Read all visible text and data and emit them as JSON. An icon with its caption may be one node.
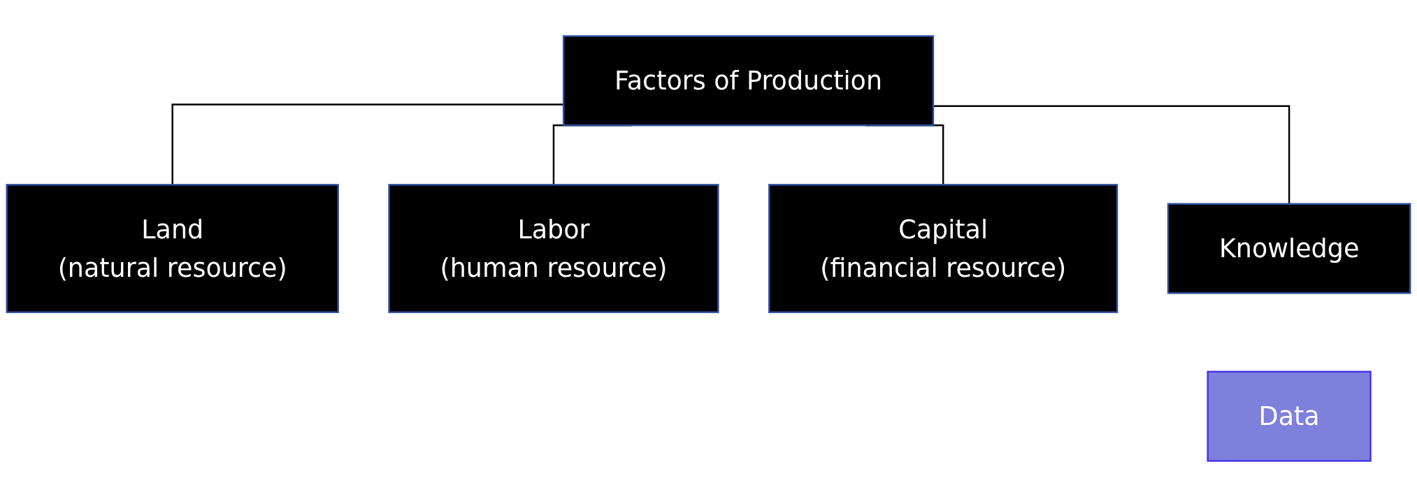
{
  "diagram": {
    "nodes": [
      {
        "text": [
          "Factors of Production"
        ]
      },
      {
        "text": [
          "Land",
          "(natural resource)"
        ]
      },
      {
        "text": [
          "Labor",
          "(human resource)"
        ]
      },
      {
        "text": [
          "Capital",
          "(financial resource)"
        ]
      },
      {
        "text": [
          "Knowledge"
        ]
      },
      {
        "text": [
          "Data"
        ]
      }
    ],
    "edges": [
      {
        "from": 0,
        "to": 1,
        "arrow": "none"
      },
      {
        "from": 0,
        "to": 2,
        "arrow": "none"
      },
      {
        "from": 0,
        "to": 3,
        "arrow": "none"
      },
      {
        "from": 0,
        "to": 4,
        "arrow": "none"
      }
    ]
  }
}
